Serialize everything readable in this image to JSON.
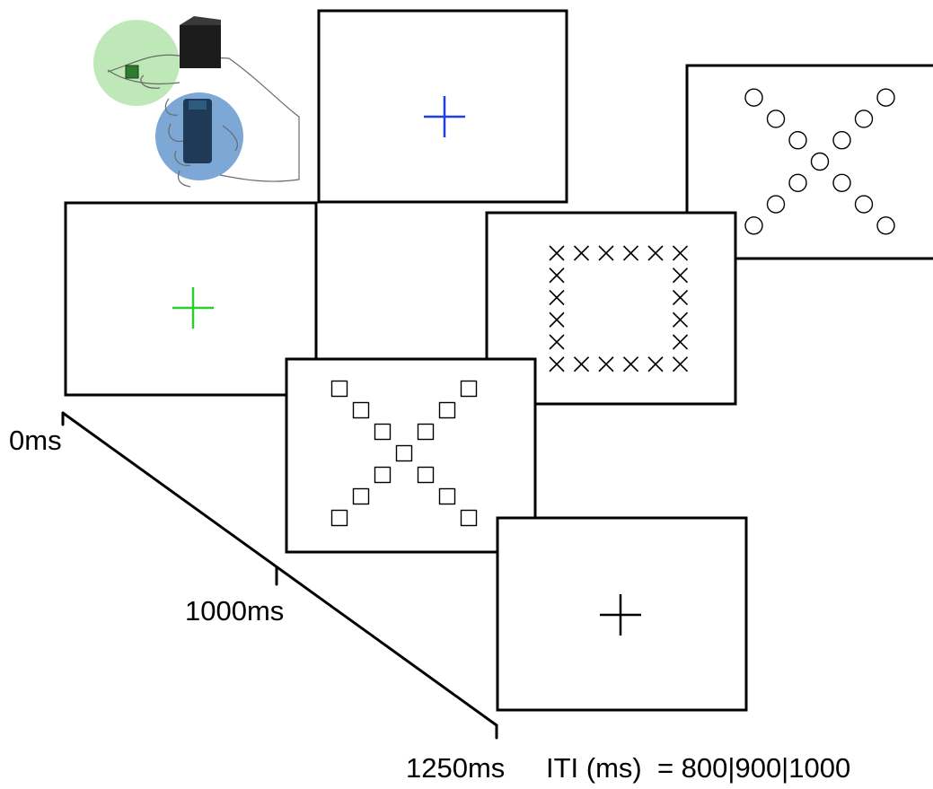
{
  "timeline": {
    "t0_label": "0ms",
    "t1_label": "1000ms",
    "t2_label": "1250ms",
    "iti_label": "ITI (ms)  = 800|900|1000"
  },
  "colors": {
    "cue_green": "#2ecc2e",
    "cue_blue": "#1f3fe0",
    "fixation": "#000000",
    "circle_green": "#b8e6b0",
    "circle_blue": "#6f9fd0",
    "device_dark": "#1c1c1c",
    "device_blue": "#1e3a56"
  },
  "frames": [
    {
      "name": "response-device-illustration",
      "content": "hand-holding-two-response-buttons"
    },
    {
      "name": "blue-cue-frame",
      "content": "blue-fixation-cross"
    },
    {
      "name": "green-cue-frame",
      "content": "green-fixation-cross"
    },
    {
      "name": "circle-x-stimulus-frame",
      "content": "x-of-circles"
    },
    {
      "name": "x-square-stimulus-frame",
      "content": "square-of-x-letters"
    },
    {
      "name": "square-x-stimulus-frame",
      "content": "x-of-squares"
    },
    {
      "name": "iti-fixation-frame",
      "content": "black-fixation-cross"
    }
  ]
}
